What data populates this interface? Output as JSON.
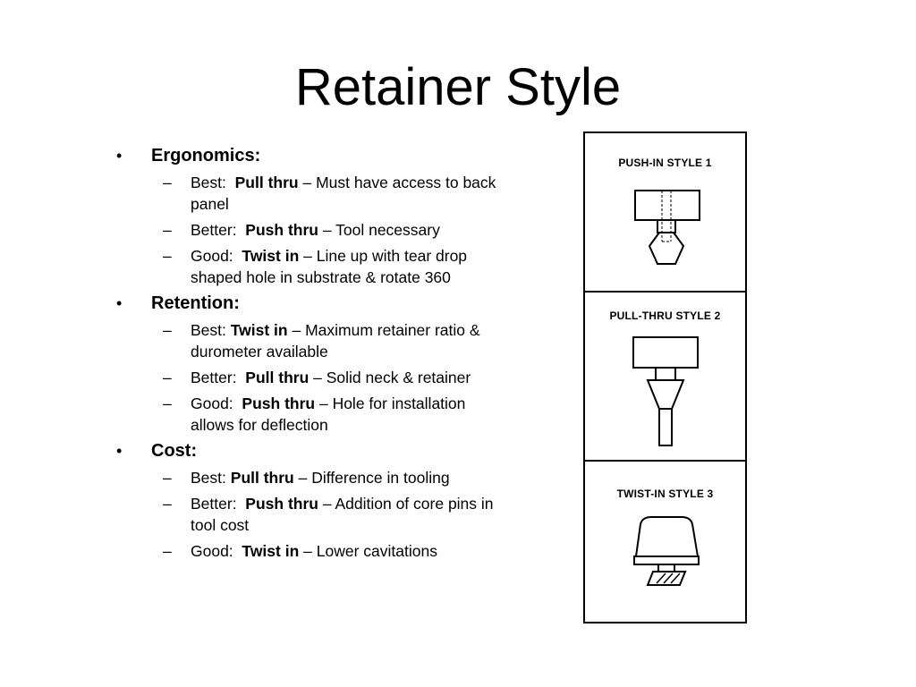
{
  "title": "Retainer Style",
  "sections": [
    {
      "heading": "Ergonomics:",
      "items": [
        {
          "level": "Best:",
          "style": "Pull thru",
          "desc": "– Must have access to back panel"
        },
        {
          "level": "Better:",
          "style": "Push thru",
          "desc": "– Tool necessary"
        },
        {
          "level": "Good:",
          "style": "Twist in",
          "desc": "– Line up with tear drop shaped hole in substrate & rotate 360"
        }
      ]
    },
    {
      "heading": "Retention:",
      "items": [
        {
          "level": "Best:",
          "style": "Twist in",
          "desc": "– Maximum retainer ratio & durometer available"
        },
        {
          "level": "Better:",
          "style": "Pull thru",
          "desc": "– Solid neck & retainer"
        },
        {
          "level": "Good:",
          "style": "Push thru",
          "desc": "– Hole for installation allows for deflection"
        }
      ]
    },
    {
      "heading": "Cost:",
      "items": [
        {
          "level": "Best:",
          "style": "Pull thru",
          "desc": "– Difference in tooling"
        },
        {
          "level": "Better:",
          "style": "Push thru",
          "desc": "– Addition of core pins in tool cost"
        },
        {
          "level": "Good:",
          "style": "Twist in",
          "desc": "– Lower cavitations"
        }
      ]
    }
  ],
  "diagrams": [
    {
      "label": "PUSH-IN   STYLE 1",
      "icon": "push-in-retainer-icon"
    },
    {
      "label": "PULL-THRU STYLE 2",
      "icon": "pull-thru-retainer-icon"
    },
    {
      "label": "TWIST-IN  STYLE 3",
      "icon": "twist-in-retainer-icon"
    }
  ]
}
